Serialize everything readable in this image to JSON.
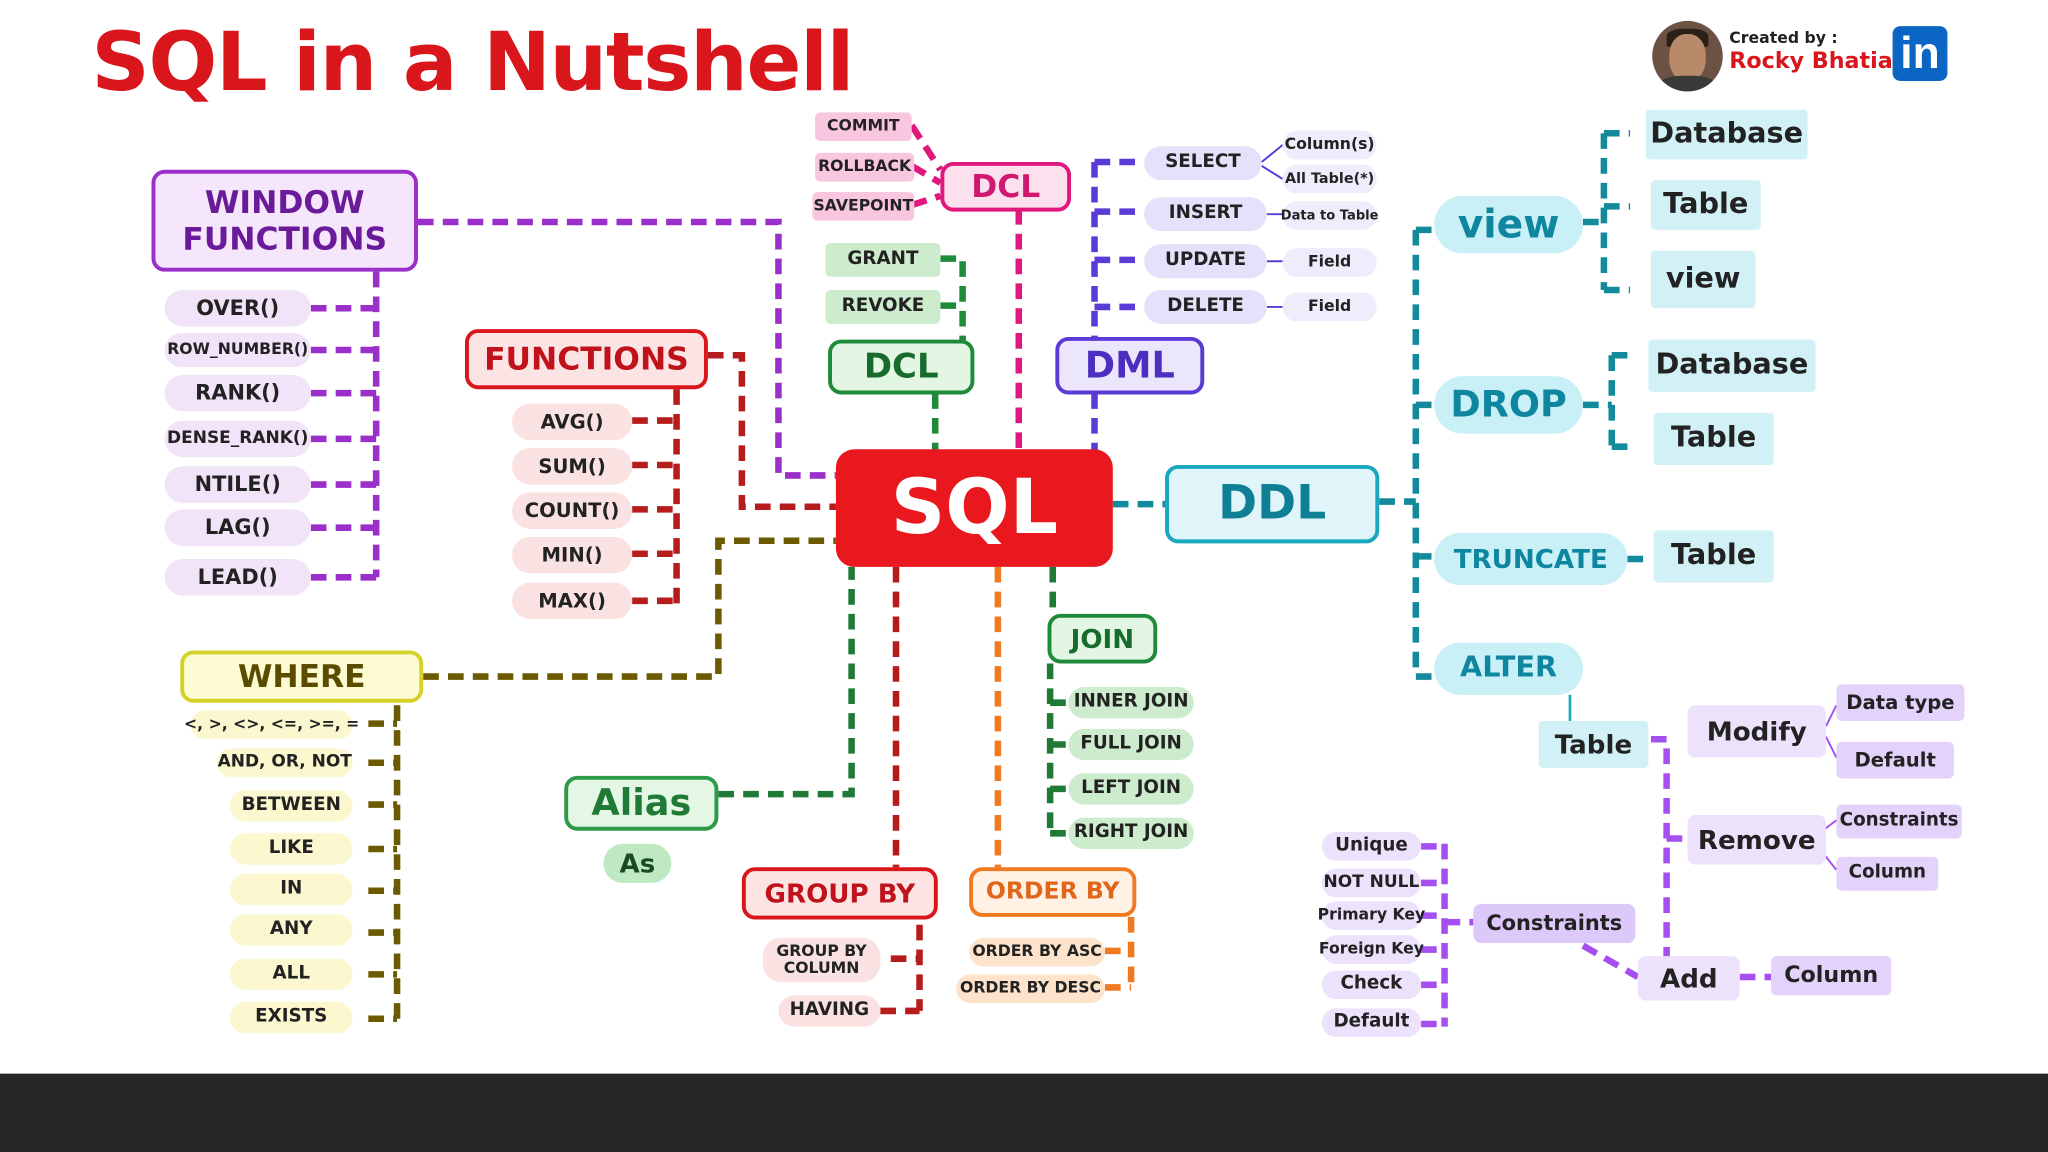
{
  "title": "SQL in a Nutshell",
  "author": {
    "created_by": "Created by :",
    "name": "Rocky Bhatia",
    "icon": "linkedin-icon"
  },
  "colors": {
    "sql": "#e8181e",
    "ddl": "#19a6bf",
    "dml": "#5a3bd6",
    "dcl": "#e0177c",
    "dcl_green": "#1f8a3a",
    "window": "#9b2fc9",
    "functions": "#d9161c",
    "where": "#6b5a00",
    "alias": "#1f8a3a",
    "group_by": "#d9161c",
    "order_by": "#f07a22",
    "join": "#1f8a3a",
    "alter": "#9b59e0"
  },
  "center": {
    "label": "SQL"
  },
  "window_functions": {
    "title": "WINDOW\nFUNCTIONS",
    "items": [
      "OVER()",
      "ROW_NUMBER()",
      "RANK()",
      "DENSE_RANK()",
      "NTILE()",
      "LAG()",
      "LEAD()"
    ]
  },
  "functions": {
    "title": "FUNCTIONS",
    "items": [
      "AVG()",
      "SUM()",
      "COUNT()",
      "MIN()",
      "MAX()"
    ]
  },
  "tcl": {
    "title": "DCL",
    "items": [
      "COMMIT",
      "ROLLBACK",
      "SAVEPOINT"
    ]
  },
  "dcl": {
    "title": "DCL",
    "items": [
      "GRANT",
      "REVOKE"
    ]
  },
  "dml": {
    "title": "DML",
    "items": [
      "SELECT",
      "INSERT",
      "UPDATE",
      "DELETE"
    ],
    "details": {
      "select_a": "Column(s)",
      "select_b": "All Table(*)",
      "insert": "Data to Table",
      "update": "Field",
      "delete": "Field"
    }
  },
  "ddl": {
    "title": "DDL",
    "view": {
      "title": "view",
      "items": [
        "Database",
        "Table",
        "view"
      ]
    },
    "drop": {
      "title": "DROP",
      "items": [
        "Database",
        "Table"
      ]
    },
    "truncate": {
      "title": "TRUNCATE",
      "items": [
        "Table"
      ]
    },
    "alter": {
      "title": "ALTER",
      "target": "Table",
      "modify": {
        "title": "Modify",
        "items": [
          "Data type",
          "Default"
        ]
      },
      "remove": {
        "title": "Remove",
        "items": [
          "Constraints",
          "Column"
        ]
      },
      "add": {
        "title": "Add",
        "items": [
          "Column"
        ]
      },
      "constraints": {
        "title": "Constraints",
        "items": [
          "Unique",
          "NOT NULL",
          "Primary Key",
          "Foreign Key",
          "Check",
          "Default"
        ]
      }
    }
  },
  "where": {
    "title": "WHERE",
    "items": [
      "<, >, <>, <=, >=, =",
      "AND, OR, NOT",
      "BETWEEN",
      "LIKE",
      "IN",
      "ANY",
      "ALL",
      "EXISTS"
    ]
  },
  "alias": {
    "title": "Alias",
    "items": [
      "As"
    ]
  },
  "group_by": {
    "title": "GROUP BY",
    "items": [
      "GROUP BY\nCOLUMN",
      "HAVING"
    ]
  },
  "order_by": {
    "title": "ORDER BY",
    "items": [
      "ORDER BY ASC",
      "ORDER BY DESC"
    ]
  },
  "join": {
    "title": "JOIN",
    "items": [
      "INNER JOIN",
      "FULL JOIN",
      "LEFT JOIN",
      "RIGHT JOIN"
    ]
  }
}
